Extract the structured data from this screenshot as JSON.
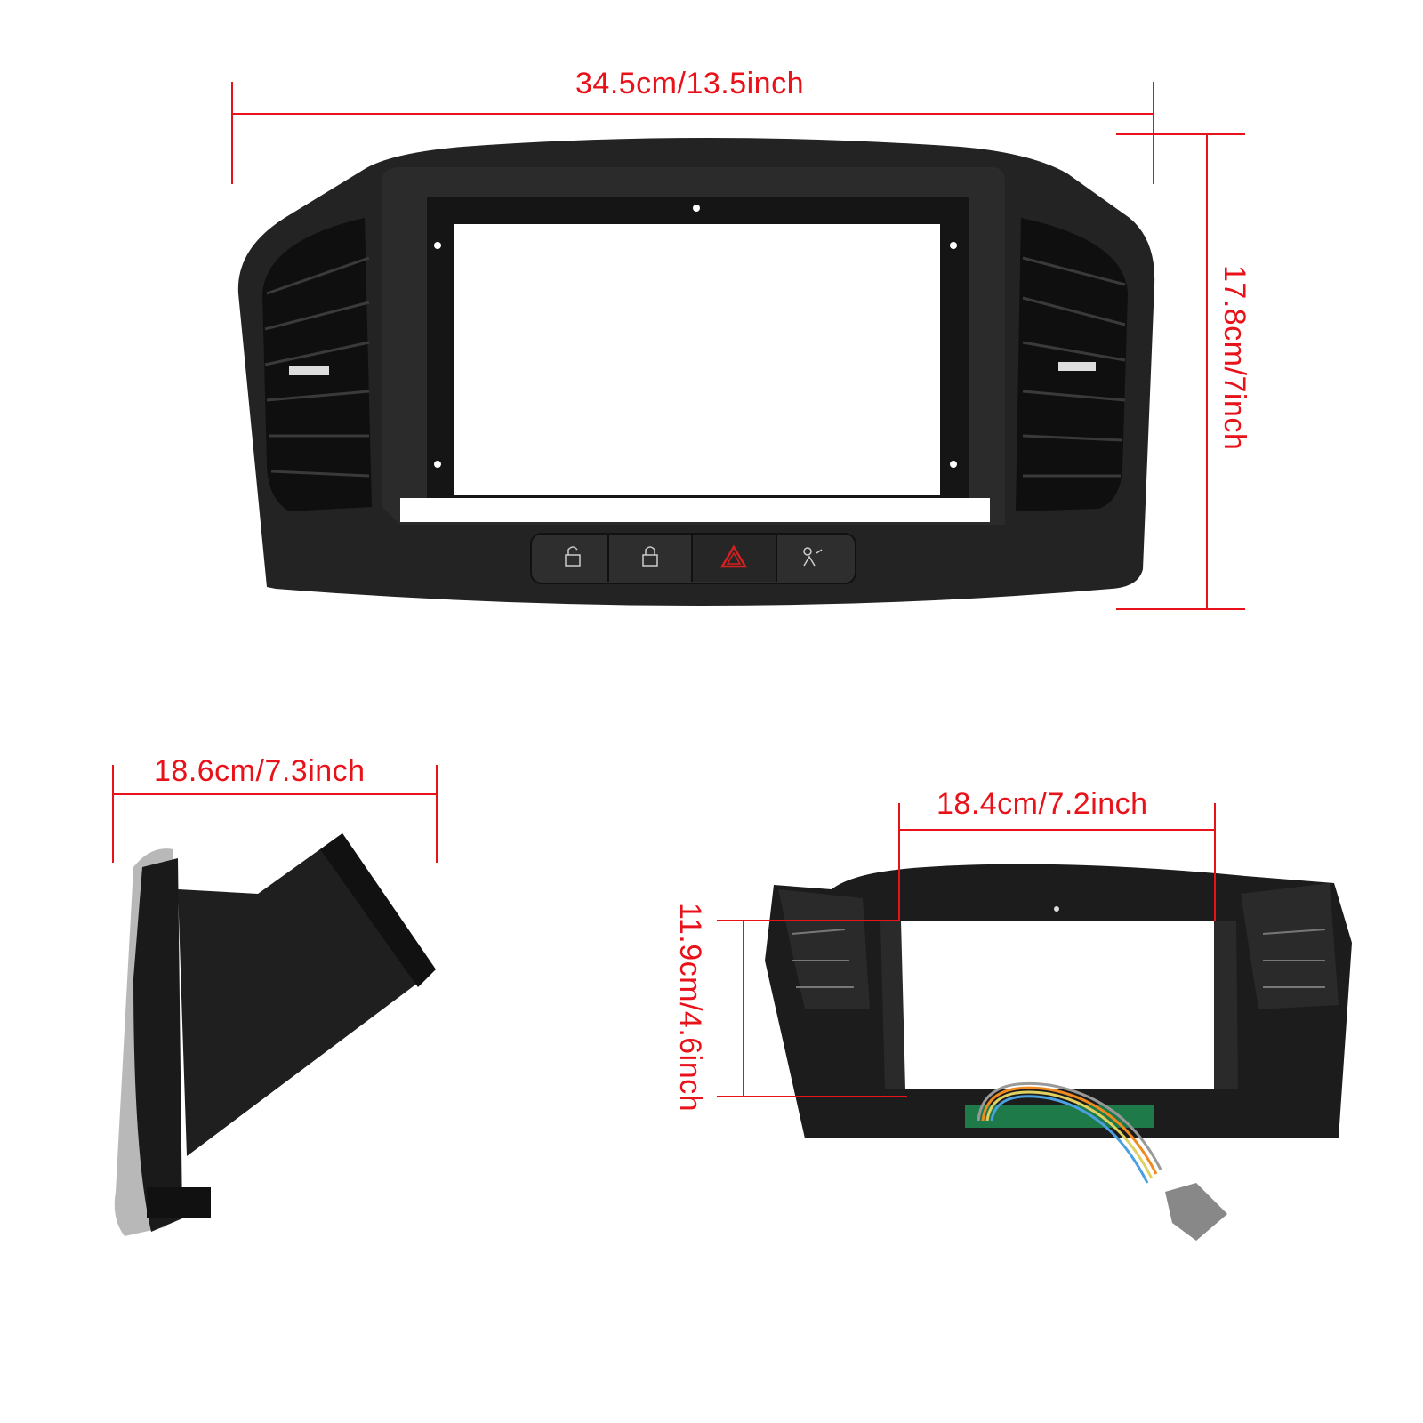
{
  "dimensions": {
    "front_width": "34.5cm/13.5inch",
    "front_height": "17.8cm/7inch",
    "side_depth": "18.6cm/7.3inch",
    "screen_width": "18.4cm/7.2inch",
    "screen_height": "11.9cm/4.6inch"
  },
  "buttons": [
    {
      "icon": "unlock-icon"
    },
    {
      "icon": "lock-icon"
    },
    {
      "icon": "hazard-icon"
    },
    {
      "icon": "airbag-off-icon"
    }
  ],
  "colors": {
    "dimension_line": "#e8121a",
    "panel": "#1e1e1e",
    "hazard": "#d42020",
    "pcb": "#1f7a4a"
  }
}
